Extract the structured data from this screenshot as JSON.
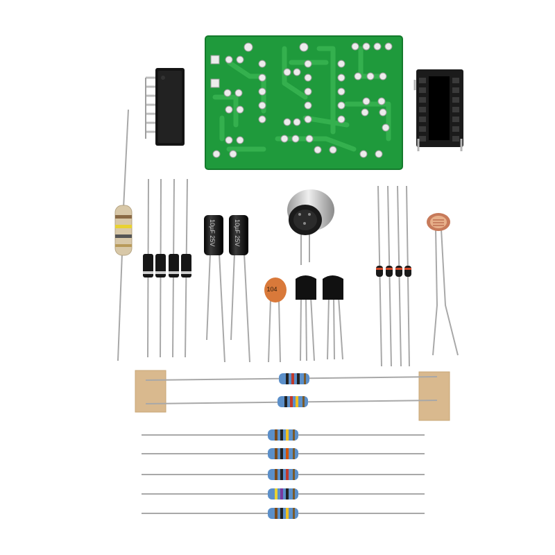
{
  "capacitor_marking_left": "10µF 25V",
  "capacitor_marking_right": "10µF 25V",
  "ceramic_cap_code": "104",
  "colors": {
    "pcb_green": "#1f9a3c",
    "pcb_trace": "#34b04e",
    "pad_silver": "#e6e6e6",
    "ic_black": "#111111",
    "resistor_blue": "#5b8fc9",
    "resistor_beige": "#d8c8a8",
    "cap_ceramic": "#d9793a",
    "tape_tan": "#d9b98e",
    "lead_metal": "#a9a9a9"
  }
}
